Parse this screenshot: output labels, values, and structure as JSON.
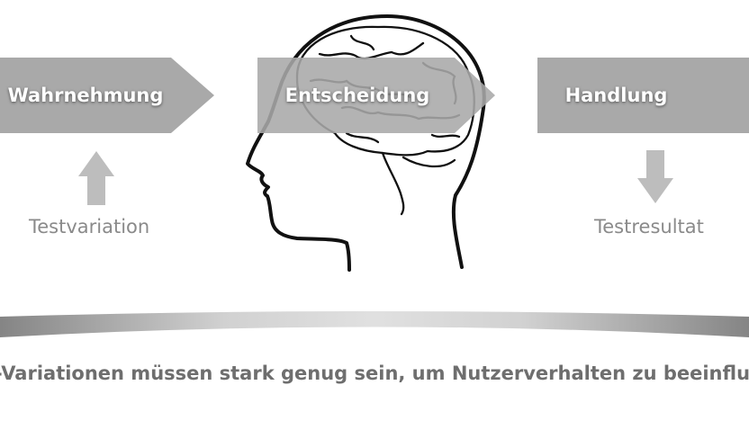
{
  "steps": [
    {
      "label": "Wahrnehmung"
    },
    {
      "label": "Entscheidung"
    },
    {
      "label": "Handlung"
    }
  ],
  "input_label": "Testvariation",
  "output_label": "Testresultat",
  "caption": "-Variationen müssen stark genug sein, um Nutzerverhalten zu beeinflus",
  "colors": {
    "arrow": "#a9a9a9",
    "text_gray": "#8a8a8a",
    "caption": "#6e6e6e"
  }
}
